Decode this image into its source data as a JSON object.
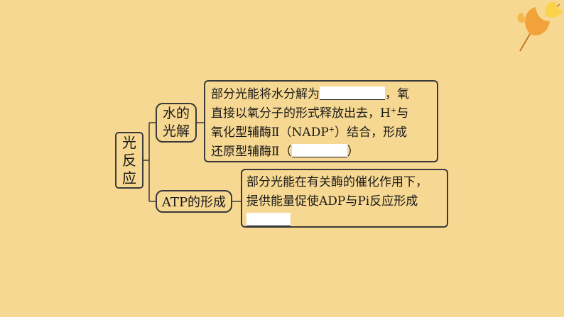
{
  "root": {
    "chars": [
      "光",
      "反",
      "应"
    ]
  },
  "water_photolysis": {
    "label_line1": "水的",
    "label_line2": "光解",
    "text_line1": "部分光能将水分解为",
    "text_line1_tail": "，氧",
    "text_line2_pre": "直接以氧分子的形式释放出去，H",
    "text_line2_sup": "+",
    "text_line2_post": "与",
    "text_line3_pre": "氧化型辅酶Ⅱ（NADP",
    "text_line3_sup": "+",
    "text_line3_post": "）结合，形成",
    "text_line4_pre": "还原型辅酶Ⅱ（",
    "text_line4_post": "）"
  },
  "atp_formation": {
    "label": "ATP的形成",
    "text_line1": "部分光能在有关酶的催化作用下，",
    "text_line2": "提供能量促使ADP与Pi反应形成"
  },
  "colors": {
    "background": "#f7d892",
    "border": "#3a3a3a",
    "leaf_orange": "#f2a23a",
    "leaf_yellow": "#f9d44a"
  },
  "icons": [
    "ginkgo-leaf-icon"
  ]
}
